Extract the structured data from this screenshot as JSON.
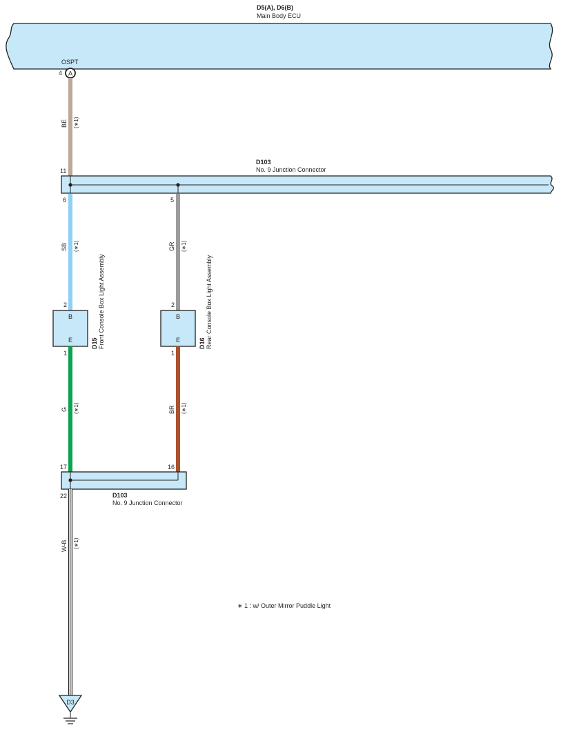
{
  "ecu": {
    "code": "D5(A), D6(B)",
    "name": "Main Body ECU",
    "pin_label": "OSPT",
    "pin_number": "4",
    "connector_letter": "A"
  },
  "junction_top": {
    "code": "D103",
    "name": "No.  9 Junction Connector",
    "pins": {
      "in": "11",
      "out_left": "6",
      "out_right": "5"
    }
  },
  "junction_bottom": {
    "code": "D103",
    "name": "No.  9 Junction Connector",
    "pins": {
      "in_left": "17",
      "in_right": "16",
      "out": "22"
    }
  },
  "wires": {
    "be": {
      "color_code": "BE",
      "note": "(∗1)",
      "color": "#bca999"
    },
    "sb": {
      "color_code": "SB",
      "note": "(∗1)",
      "color": "#8fd1f3"
    },
    "gr": {
      "color_code": "GR",
      "note": "(∗1)",
      "color": "#9c9b9d"
    },
    "g": {
      "color_code": "G",
      "note": "(∗1)",
      "color": "#0aa34f"
    },
    "br": {
      "color_code": "BR",
      "note": "(∗1)",
      "color": "#a9532f"
    },
    "wb": {
      "color_code": "W-B",
      "note": "(∗1)",
      "color": "#ffffff"
    }
  },
  "front_light": {
    "code": "D15",
    "name": "Front Console Box Light Assembly",
    "pin_top_num": "2",
    "pin_top_label": "B",
    "pin_bottom_label": "E",
    "pin_bottom_num": "1"
  },
  "rear_light": {
    "code": "D16",
    "name": "Rear Console Box Light Assembly",
    "pin_top_num": "2",
    "pin_top_label": "B",
    "pin_bottom_label": "E",
    "pin_bottom_num": "1"
  },
  "ground": {
    "code": "D3"
  },
  "footnote": "∗ 1 : w/ Outer Mirror Puddle Light",
  "colors": {
    "component_fill": "#c7e8f9",
    "line": "#231f20"
  }
}
